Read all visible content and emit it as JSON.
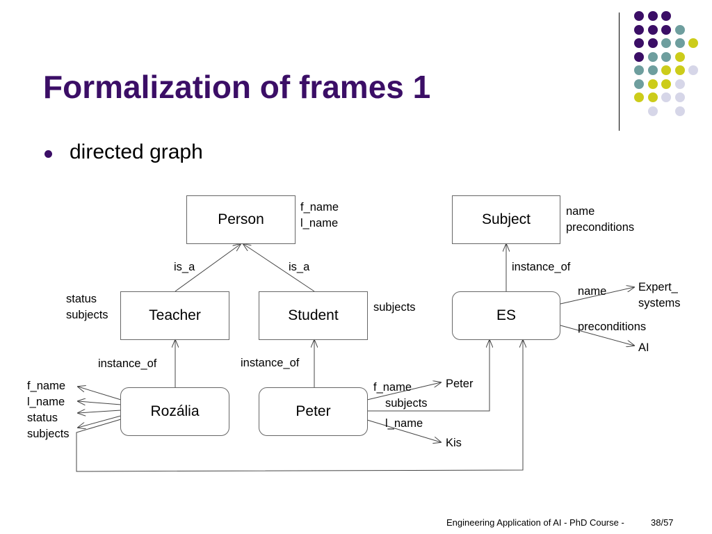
{
  "slide": {
    "title": "Formalization of frames 1",
    "bullet": "directed graph",
    "footer_course": "Engineering Application of AI - PhD Course -",
    "footer_page": "38/57"
  },
  "colors": {
    "title": "#3b0e66",
    "dot_purple": "#3b0e66",
    "dot_teal": "#6e9e9e",
    "dot_yellow": "#cccc1a",
    "dot_lavender": "#d6d6e8"
  },
  "decoration_dots": [
    [
      "purple",
      "purple",
      "purple",
      "",
      "",
      ""
    ],
    [
      "purple",
      "purple",
      "purple",
      "teal",
      "",
      ""
    ],
    [
      "purple",
      "purple",
      "teal",
      "teal",
      "yellow",
      ""
    ],
    [
      "purple",
      "teal",
      "teal",
      "yellow",
      "",
      ""
    ],
    [
      "teal",
      "teal",
      "yellow",
      "yellow",
      "lavender",
      ""
    ],
    [
      "teal",
      "yellow",
      "yellow",
      "lavender",
      "",
      ""
    ],
    [
      "yellow",
      "yellow",
      "lavender",
      "lavender",
      "",
      ""
    ],
    [
      "",
      "lavender",
      "",
      "lavender",
      "",
      ""
    ]
  ],
  "diagram": {
    "nodes": {
      "person": "Person",
      "subject": "Subject",
      "teacher": "Teacher",
      "student": "Student",
      "es": "ES",
      "rozalia": "Rozália",
      "peter": "Peter"
    },
    "labels": {
      "person_slot1": "f_name",
      "person_slot2": "l_name",
      "subject_slot1": "name",
      "subject_slot2": "preconditions",
      "is_a_left": "is_a",
      "is_a_right": "is_a",
      "instance_of_subject": "instance_of",
      "teacher_slot1": "status",
      "teacher_slot2": "subjects",
      "student_slot": "subjects",
      "es_name": "name",
      "es_name_value1": "Expert_",
      "es_name_value2": "systems",
      "es_preconditions": "preconditions",
      "es_preconditions_value": "AI",
      "instance_of_teacher": "instance_of",
      "instance_of_student": "instance_of",
      "rozalia_slot1": "f_name",
      "rozalia_slot2": "l_name",
      "rozalia_slot3": "status",
      "rozalia_slot4": "subjects",
      "peter_fname": "f_name",
      "peter_fname_value": "Peter",
      "peter_subjects": "subjects",
      "peter_lname": "l_name",
      "peter_lname_value": "Kis"
    }
  }
}
